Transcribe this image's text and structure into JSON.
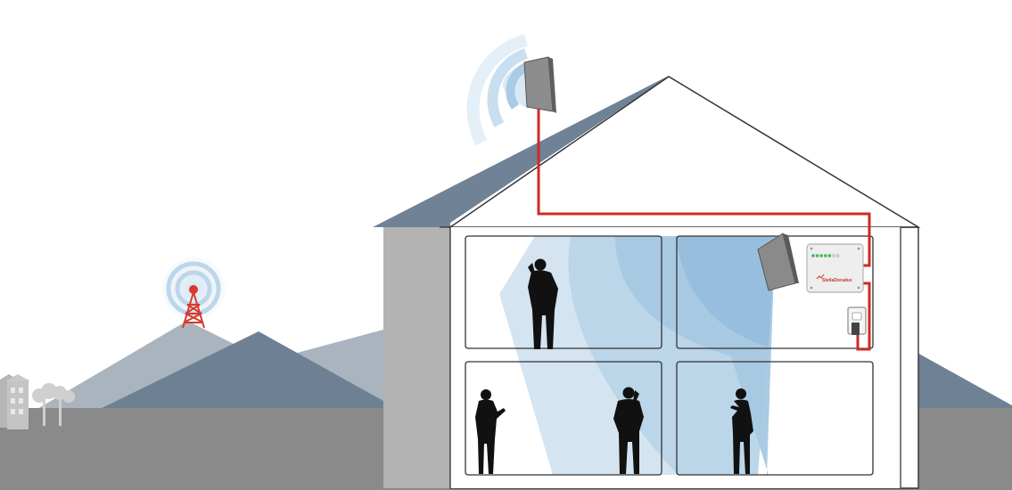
{
  "booster_unit": {
    "brand_label": "StellaDoradus",
    "led_count": 7,
    "led_on_count": 5
  },
  "colors": {
    "ground": "#8a8a8a",
    "hill_far": "#a9b4be",
    "hill_near": "#6f8295",
    "roof": "#6f8296",
    "house_side": "#b3b3b3",
    "cable": "#cc2b24",
    "tower": "#d9382c",
    "signal": "#9cc3df",
    "silhouette": "#111111",
    "led_on": "#33c24a",
    "led_off": "#cfd8cf"
  },
  "icons": {
    "tower": "cell-tower-icon",
    "outdoor_antenna": "outdoor-antenna-icon",
    "indoor_antenna": "indoor-antenna-icon",
    "booster": "signal-booster-icon",
    "outlet": "power-outlet-icon"
  }
}
